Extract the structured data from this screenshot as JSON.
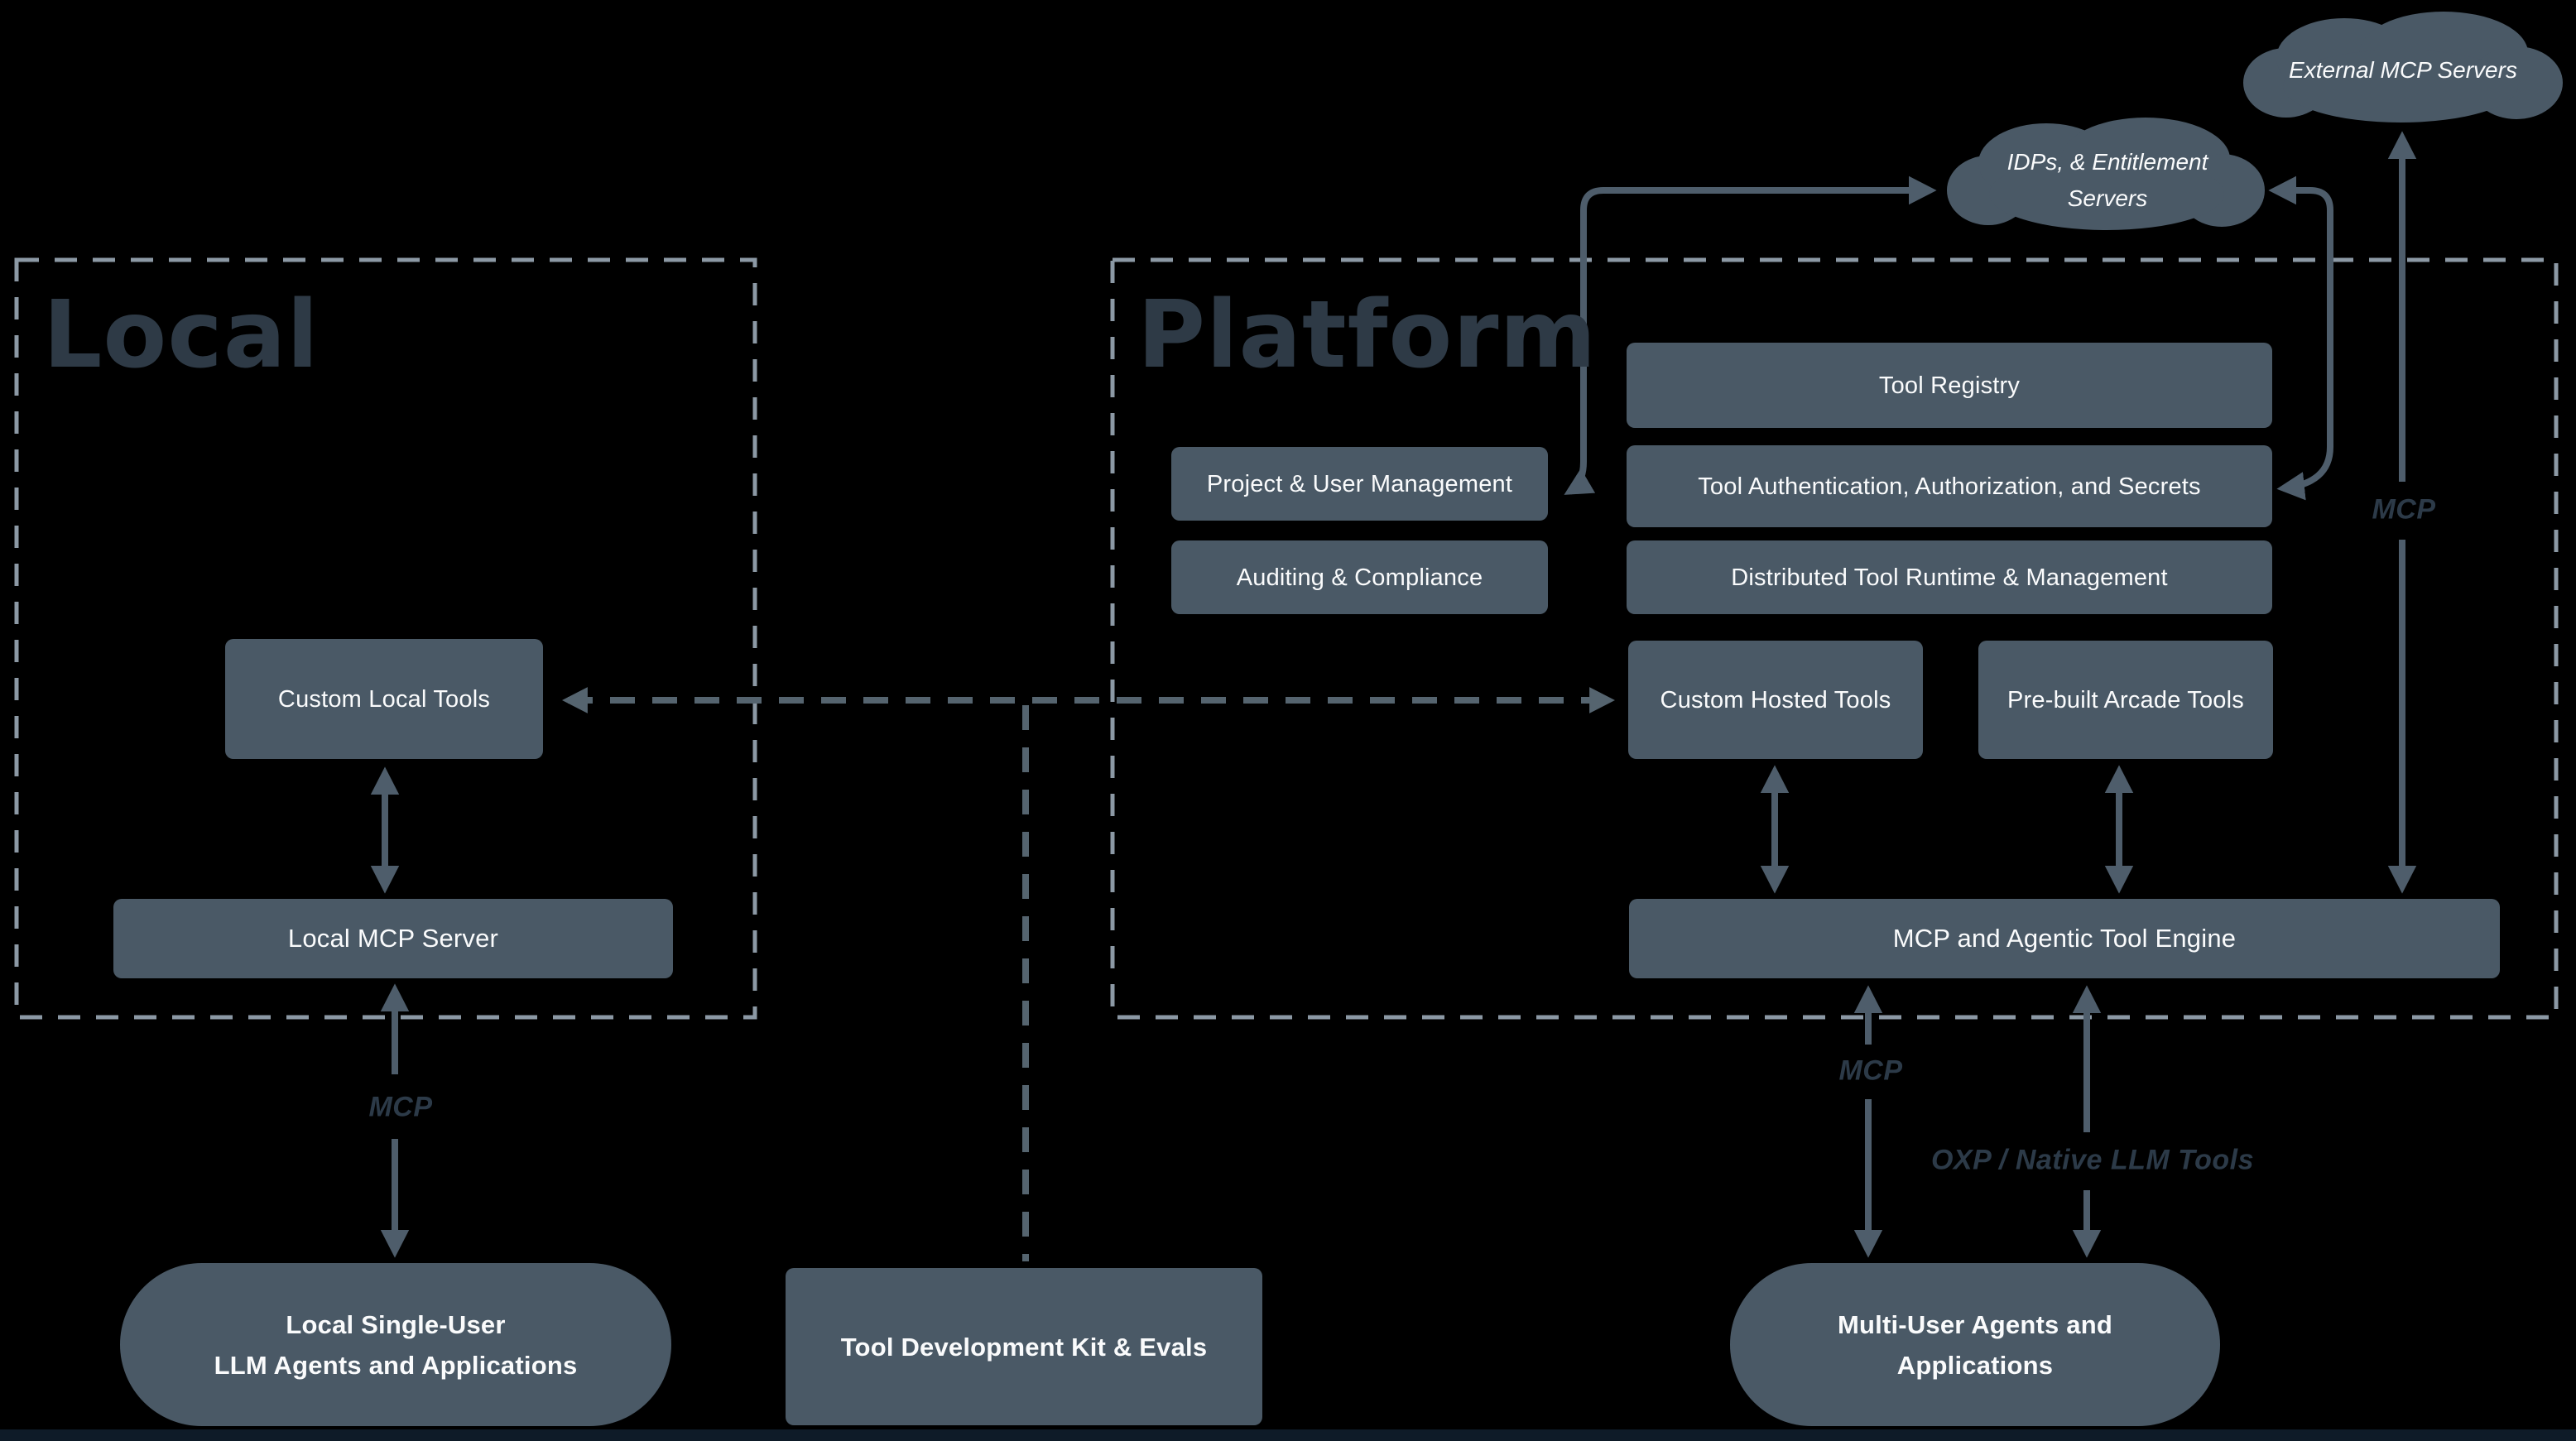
{
  "diagram": {
    "palette": {
      "background": "#000000",
      "node_fill": "#4A5966",
      "arrow": "#4E5D6B",
      "dashed_connector": "#55646F",
      "group_border": "#8C99A5",
      "group_title_text": "#2E3A46",
      "edge_label_text": "#2C3A48",
      "node_text": "#FAFBFC"
    },
    "groups": {
      "local": {
        "title": "Local"
      },
      "platform": {
        "title": "Platform"
      }
    },
    "clouds": {
      "external": {
        "label": "External MCP Servers"
      },
      "idps": {
        "label_line1": "IDPs, & Entitlement",
        "label_line2": "Servers"
      }
    },
    "nodes": {
      "tool_registry": "Tool Registry",
      "project_user_mgmt": "Project & User Management",
      "tool_auth": "Tool Authentication, Authorization, and Secrets",
      "auditing_compliance": "Auditing & Compliance",
      "distributed_runtime": "Distributed Tool Runtime & Management",
      "custom_hosted_tools": "Custom Hosted Tools",
      "prebuilt_arcade_tools": "Pre-built Arcade Tools",
      "engine": "MCP and Agentic Tool Engine",
      "custom_local_tools": "Custom Local Tools",
      "local_mcp_server": "Local MCP Server",
      "local_agents_line1": "Local Single-User",
      "local_agents_line2": "LLM Agents and Applications",
      "tdk": "Tool Development Kit & Evals",
      "multi_user_line1": "Multi-User Agents and",
      "multi_user_line2": "Applications"
    },
    "edge_labels": {
      "mcp_local": "MCP",
      "mcp_platform": "MCP",
      "oxp": "OXP / Native LLM Tools",
      "mcp_external": "MCP"
    }
  }
}
